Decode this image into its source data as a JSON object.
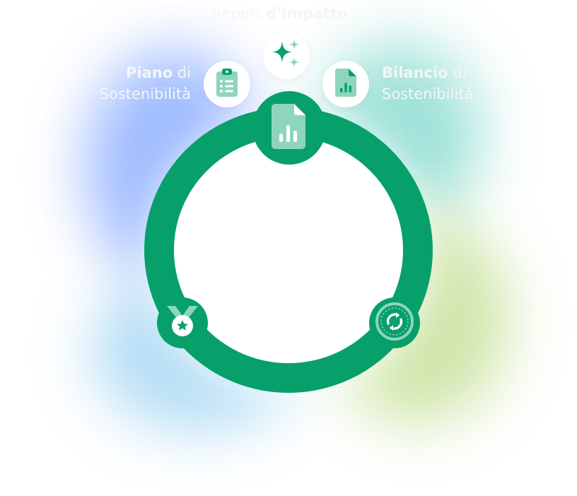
{
  "labels": {
    "top": {
      "normal": "Report ",
      "bold": "d'Impatto"
    },
    "left": {
      "bold": "Piano",
      "normal_after": " di",
      "line2": "Sostenibilità"
    },
    "right": {
      "bold": "Bilancio",
      "normal_after": " di",
      "line2": "Sostenibilità"
    }
  },
  "colors": {
    "ring": "#07a06b",
    "icon_light": "#8ed6bb",
    "icon_dark": "#07a06b",
    "label": "#f4f6f4"
  },
  "icons": {
    "top_node": "report-chart-icon",
    "left_node": "medal-icon",
    "right_node": "cycle-icon",
    "sparkle": "sparkle-icon",
    "plan": "clipboard-list-icon",
    "report": "report-chart-icon"
  }
}
